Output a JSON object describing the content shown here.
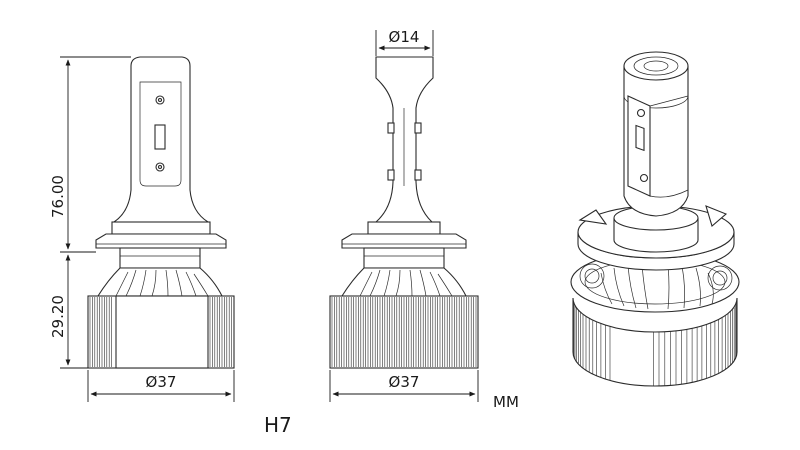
{
  "model": "H7",
  "unit": "MM",
  "dimensions": {
    "total_height": "76.00",
    "base_height": "29.20",
    "front_diameter": "Ø37",
    "side_diameter": "Ø37",
    "neck_diameter": "Ø14"
  },
  "colors": {
    "line": "#2b2b2b",
    "background": "#ffffff"
  }
}
